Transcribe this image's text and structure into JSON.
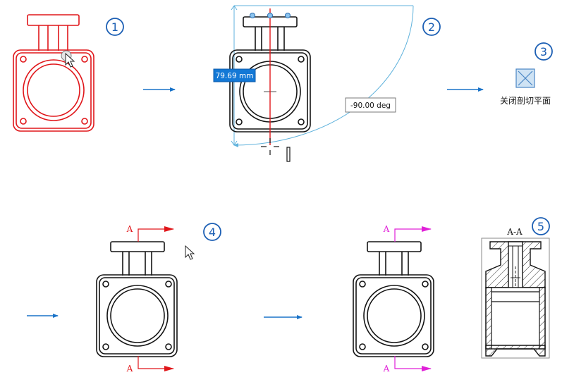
{
  "colors": {
    "red": "#e0161a",
    "black": "#141414",
    "step_blue": "#1c5fb4",
    "arrow_blue": "#1a73c8",
    "cyan": "#5fb2dc",
    "magenta": "#e020d8",
    "value_box_blue": "#1378d6",
    "hatch": "#2a2a2a",
    "icon_frame": "#4a86c4",
    "icon_fill": "#cfe3f4"
  },
  "steps": [
    "1",
    "2",
    "3",
    "4",
    "5"
  ],
  "dimension_value": "79.69 mm",
  "angle_value": "-90.00 deg",
  "close_plane_label": "关闭剖切平面",
  "section_letter": "A",
  "section_title": "A-A"
}
